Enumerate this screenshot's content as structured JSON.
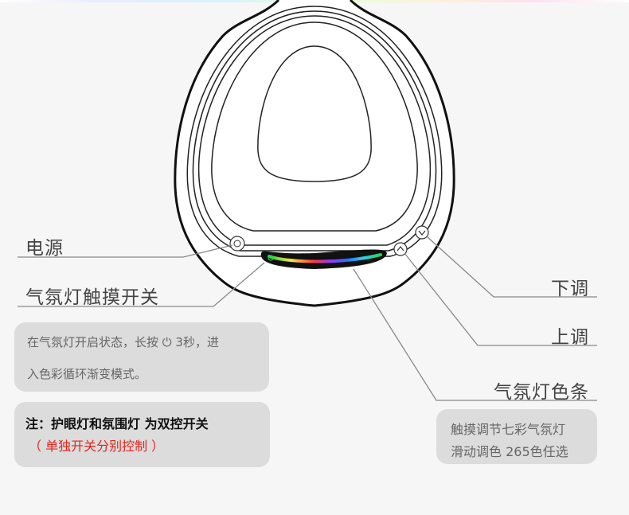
{
  "labels": {
    "power": "电源",
    "ambient_touch": "气氛灯触摸开关",
    "down": "下调",
    "up": "上调",
    "color_strip": "气氛灯色条"
  },
  "info_card": {
    "line1": "在气氛灯开启状态，长按 ⏻ 3秒，进",
    "line2": "入色彩循环渐变模式。"
  },
  "note_card": {
    "title": "注：护眼灯和氛围灯 为双控开关",
    "subtitle": "（ 单独开关分别控制 ）"
  },
  "strip_card": {
    "line1": "触摸调节七彩气氛灯",
    "line2": "滑动调色 265色任选"
  },
  "icons": [
    "power-icon",
    "up-icon",
    "down-icon"
  ]
}
